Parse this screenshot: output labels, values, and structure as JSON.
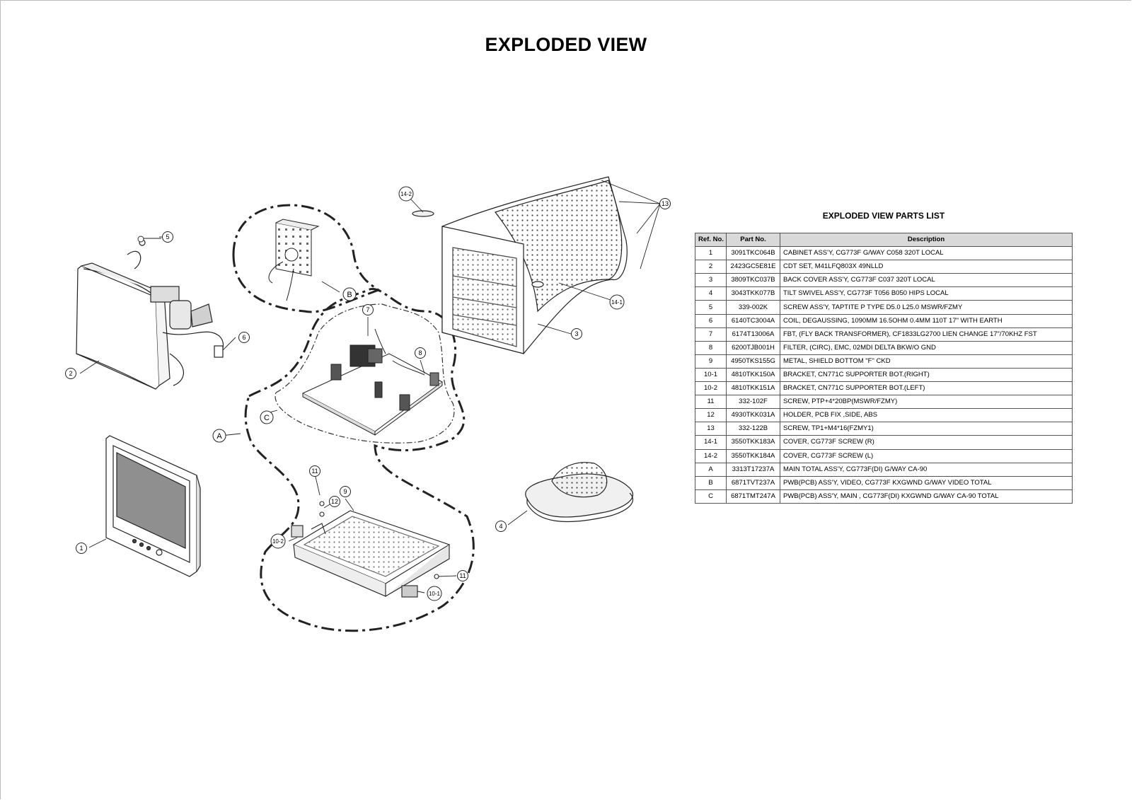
{
  "page": {
    "title": "EXPLODED VIEW"
  },
  "diagram": {
    "callouts": [
      "1",
      "2",
      "3",
      "4",
      "5",
      "6",
      "7",
      "8",
      "9",
      "10-1",
      "10-2",
      "11",
      "11",
      "12",
      "13",
      "14-1",
      "14-2",
      "A",
      "B",
      "C"
    ]
  },
  "parts_list": {
    "title": "EXPLODED VIEW PARTS LIST",
    "columns": [
      "Ref. No.",
      "Part No.",
      "Description"
    ],
    "rows": [
      [
        "1",
        "3091TKC064B",
        "CABINET ASS'Y, CG773F G/WAY C058 320T LOCAL"
      ],
      [
        "2",
        "2423GC5E81E",
        "CDT SET, M41LFQ803X 49NLLD"
      ],
      [
        "3",
        "3809TKC037B",
        "BACK COVER ASS'Y, CG773F C037 320T LOCAL"
      ],
      [
        "4",
        "3043TKK077B",
        "TILT SWIVEL ASS'Y, CG773F T056 B050 HIPS LOCAL"
      ],
      [
        "5",
        "339-002K",
        "SCREW ASS'Y, TAPTITE P TYPE D5.0 L25.0 MSWR/FZMY"
      ],
      [
        "6",
        "6140TC3004A",
        "COIL, DEGAUSSING, 1090MM 16.5OHM 0.4MM 110T 17\" WITH EARTH"
      ],
      [
        "7",
        "6174T13006A",
        "FBT, (FLY BACK TRANSFORMER), CF1833LG2700 LIEN CHANGE 17\"/70KHZ FST"
      ],
      [
        "8",
        "6200TJB001H",
        "FILTER, (CIRC), EMC, 02MDI DELTA BKW/O GND"
      ],
      [
        "9",
        "4950TKS155G",
        "METAL, SHIELD BOTTOM \"F\" CKD"
      ],
      [
        "10-1",
        "4810TKK150A",
        "BRACKET, CN771C SUPPORTER BOT.(RIGHT)"
      ],
      [
        "10-2",
        "4810TKK151A",
        "BRACKET, CN771C SUPPORTER BOT.(LEFT)"
      ],
      [
        "11",
        "332-102F",
        "SCREW, PTP+4*20BP(MSWR/FZMY)"
      ],
      [
        "12",
        "4930TKK031A",
        "HOLDER, PCB FIX ,SIDE, ABS"
      ],
      [
        "13",
        "332-122B",
        "SCREW, TP1+M4*16(FZMY1)"
      ],
      [
        "14-1",
        "3550TKK183A",
        "COVER, CG773F SCREW (R)"
      ],
      [
        "14-2",
        "3550TKK184A",
        "COVER, CG773F SCREW (L)"
      ],
      [
        "A",
        "3313T17237A",
        "MAIN TOTAL ASS'Y, CG773F(DI) G/WAY CA-90"
      ],
      [
        "B",
        "6871TVT237A",
        "PWB(PCB) ASS'Y, VIDEO, CG773F KXGWND G/WAY VIDEO TOTAL"
      ],
      [
        "C",
        "6871TMT247A",
        "PWB(PCB) ASS'Y, MAIN , CG773F(DI) KXGWND G/WAY CA-90 TOTAL"
      ]
    ]
  }
}
